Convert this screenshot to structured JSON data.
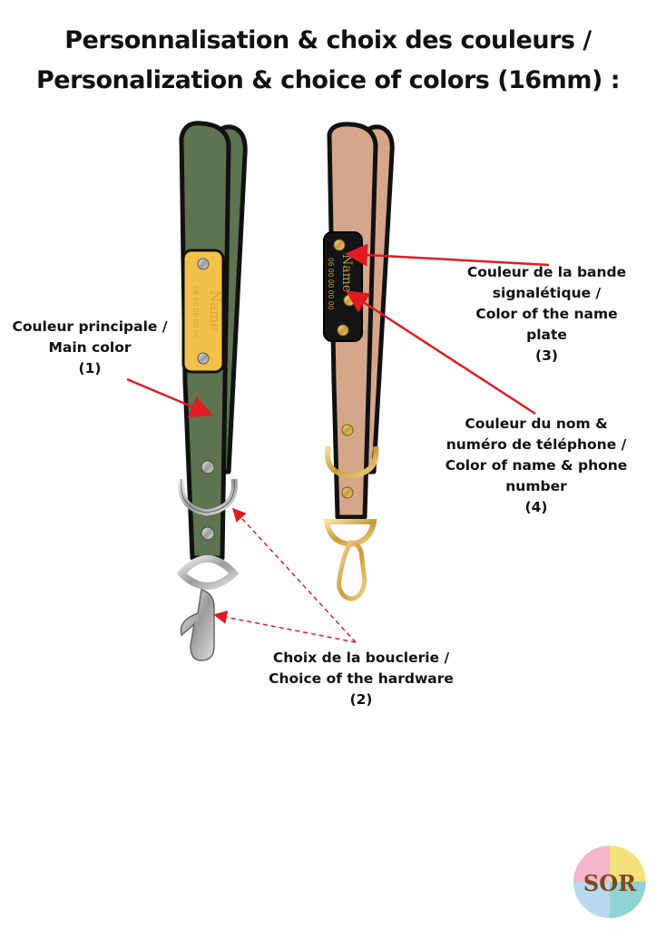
{
  "title": {
    "line1": "Personnalisation & choix des couleurs /",
    "line2": "Personalization & choice of colors (16mm) :"
  },
  "callouts": {
    "main_color": {
      "fr": "Couleur principale /",
      "en": "Main color",
      "num": "(1)"
    },
    "hardware": {
      "fr": "Choix de la bouclerie /",
      "en": "Choice of the hardware",
      "num": "(2)"
    },
    "name_plate": {
      "fr1": "Couleur de la bande",
      "fr2": "signalétique /",
      "en": "Color of the name plate",
      "num": "(3)"
    },
    "name_phone": {
      "fr1": "Couleur du nom &",
      "fr2": "numéro de téléphone /",
      "en1": "Color of name & phone",
      "en2": "number",
      "num": "(4)"
    }
  },
  "leash_left": {
    "strap_color": "#5e7350",
    "plate_color": "#f2c14a",
    "text_color": "#e0a530",
    "hardware": "silver",
    "plate_name": "Name",
    "plate_phone": "06 00 00 00 00"
  },
  "leash_right": {
    "strap_color": "#d6a68a",
    "plate_color": "#141414",
    "text_color": "#c99a3a",
    "hardware": "gold",
    "plate_name": "Name",
    "plate_phone": "06 00 00 00 00"
  },
  "logo": {
    "text": "SOR",
    "icon": "sor-brand-logo"
  },
  "colors": {
    "arrow": "#e01b24",
    "outline": "#111111"
  }
}
